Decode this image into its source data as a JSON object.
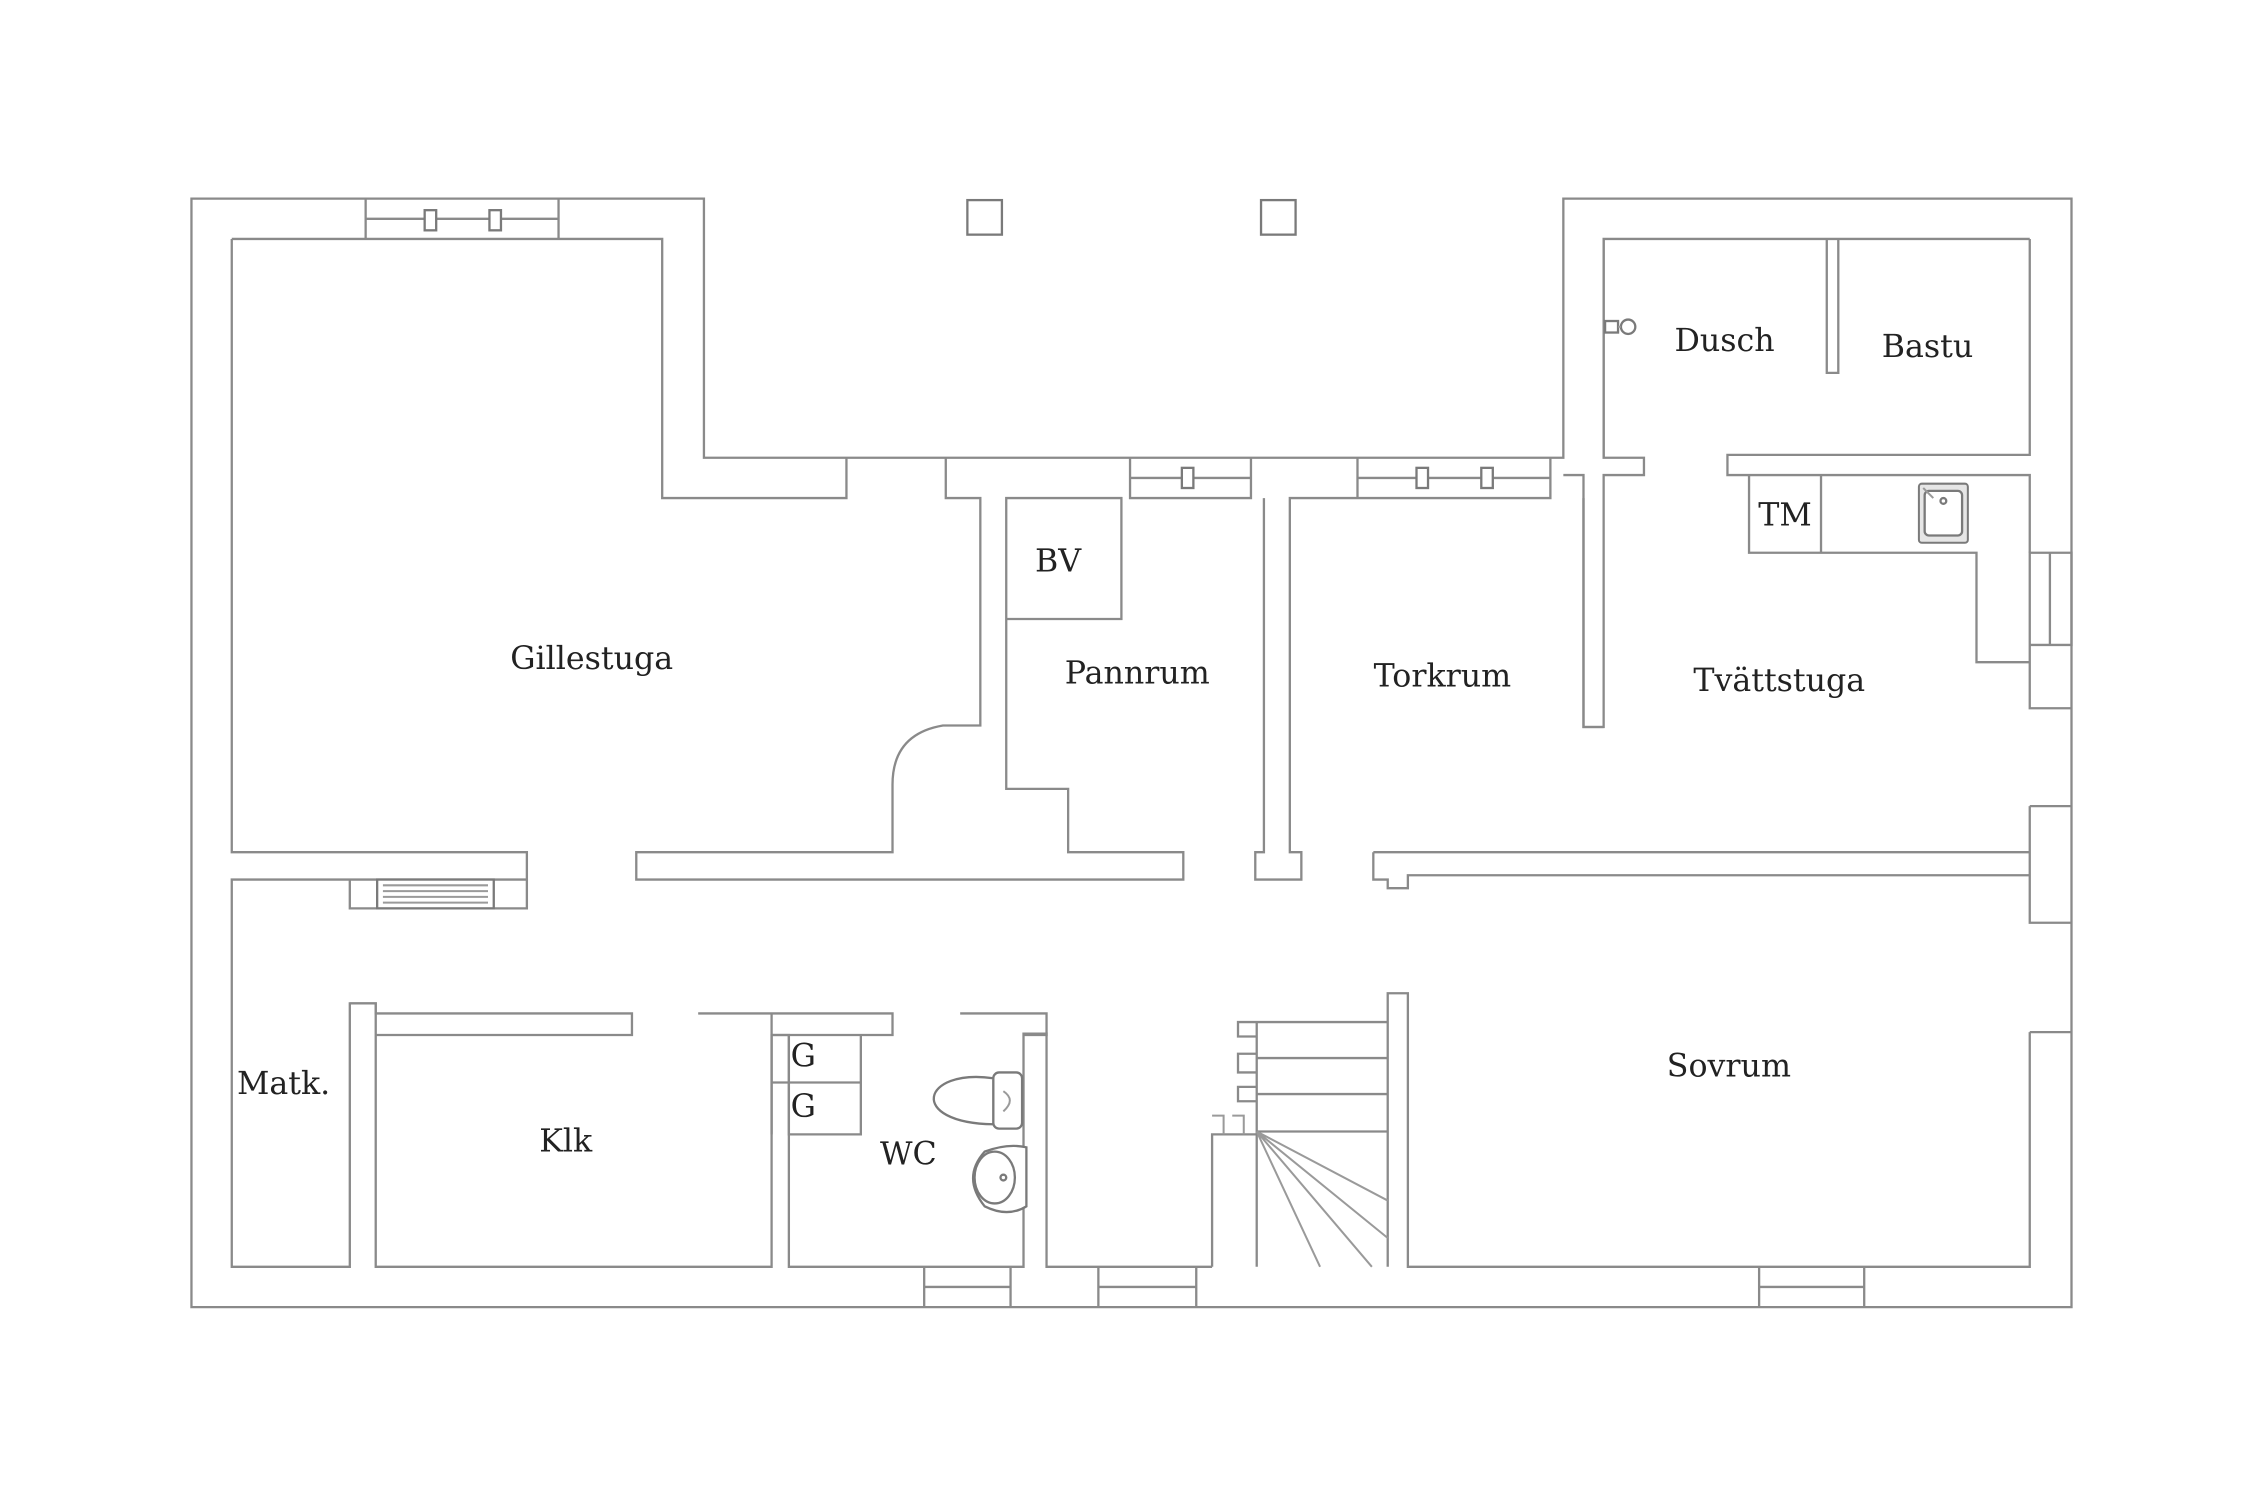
{
  "rooms": {
    "gillestuga": "Gillestuga",
    "bv": "BV",
    "pannrum": "Pannrum",
    "torkrum": "Torkrum",
    "dusch": "Dusch",
    "bastu": "Bastu",
    "tm": "TM",
    "tvattstuga": "Tvättstuga",
    "sovrum": "Sovrum",
    "matk": "Matk.",
    "klk": "Klk",
    "g1": "G",
    "g2": "G",
    "wc": "WC"
  },
  "colors": {
    "wall_line": "#8a8a8a",
    "background": "#ffffff",
    "label": "#222222"
  },
  "icons": [
    "window-icon",
    "chimney-icon",
    "toilet-icon",
    "washbasin-icon",
    "sink-icon",
    "shower-icon",
    "radiator-icon",
    "staircase-icon"
  ]
}
